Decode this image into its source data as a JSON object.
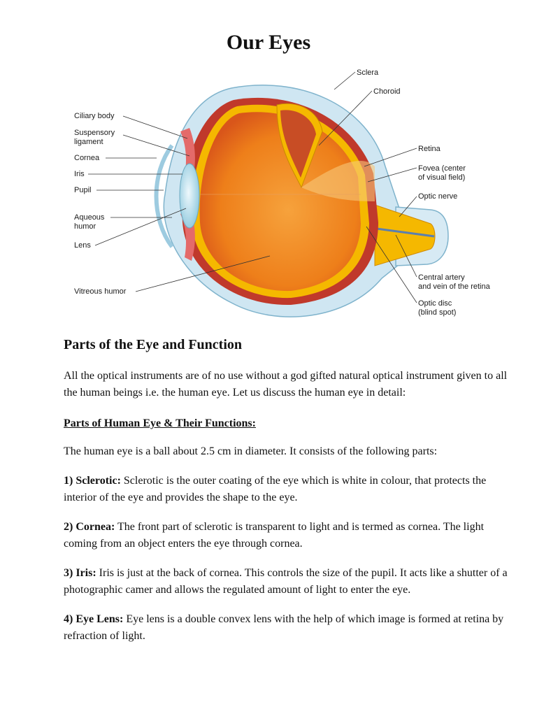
{
  "title": "Our Eyes",
  "diagram": {
    "labels_left": {
      "ciliary_body": "Ciliary body",
      "suspensory_1": "Suspensory",
      "suspensory_2": "ligament",
      "cornea": "Cornea",
      "iris": "Iris",
      "pupil": "Pupil",
      "aqueous_1": "Aqueous",
      "aqueous_2": "humor",
      "lens": "Lens",
      "vitreous": "Vitreous humor"
    },
    "labels_right": {
      "sclera": "Sclera",
      "choroid": "Choroid",
      "retina": "Retina",
      "fovea_1": "Fovea (center",
      "fovea_2": "of visual field)",
      "optic_nerve": "Optic nerve",
      "artery_1": "Central artery",
      "artery_2": "and vein of the retina",
      "disc_1": "Optic disc",
      "disc_2": "(blind spot)"
    }
  },
  "section_heading": "Parts of the Eye and Function",
  "intro": "All the optical instruments are of no use without a god gifted natural optical instrument given to all the human beings i.e. the human eye. Let us discuss the human eye in detail:",
  "subheading": "Parts of Human Eye & Their Functions:",
  "overview": "The human eye is a ball about 2.5 cm in diameter. It consists of the following parts:",
  "parts": [
    {
      "term": "1) Sclerotic:",
      "text": " Sclerotic is the outer coating of the eye which is white in colour, that protects the interior of the eye and provides the shape to the eye."
    },
    {
      "term": "2) Cornea:",
      "text": " The front part of sclerotic is transparent to light and is termed as cornea. The light coming from an object enters the eye through cornea."
    },
    {
      "term": "3) Iris:",
      "text": " Iris is just at the back of cornea. This controls the size of the pupil. It acts like a shutter of a photographic camer and allows the regulated amount of light to enter the eye."
    },
    {
      "term": "4) Eye Lens:",
      "text": " Eye lens is a double convex lens with the help of which image is formed at retina by refraction of light."
    }
  ],
  "colors": {
    "sclera": "#cfe6f2",
    "choroid": "#c0392b",
    "retina": "#f5b800",
    "vitreous": "#f08a1c",
    "lens": "#bfe3f0"
  }
}
